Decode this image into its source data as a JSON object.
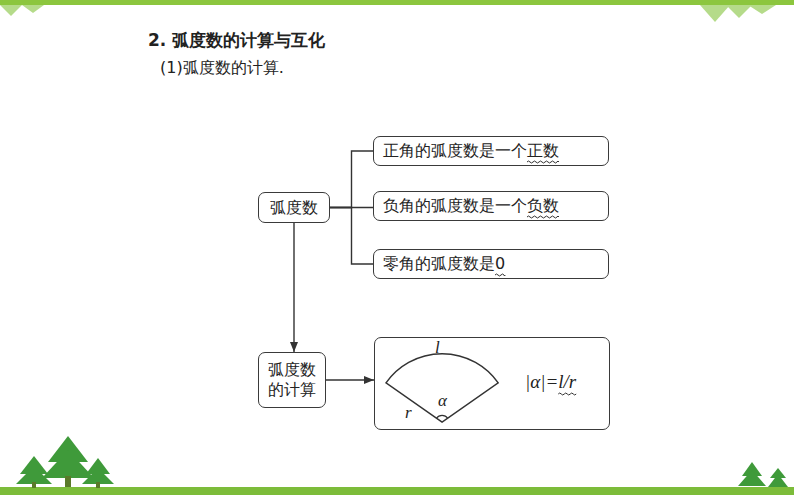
{
  "diagram": {
    "title": "2. 弧度数的计算与互化",
    "nodes": [
      {
        "text": [
          "弧度数"
        ]
      },
      {
        "text": [
          "正角的弧度数是一个正数"
        ]
      },
      {
        "text": [
          "负角的弧度数是一个负数"
        ]
      },
      {
        "text": [
          "零角的弧度数是0"
        ]
      },
      {
        "text": [
          "弧度数的计算"
        ]
      },
      {
        "text": [
          "l",
          "r",
          "α",
          "|α|=l/r"
        ]
      }
    ],
    "edges": [
      {
        "from": 0,
        "to": 1,
        "arrow": "none"
      },
      {
        "from": 0,
        "to": 2,
        "arrow": "none"
      },
      {
        "from": 0,
        "to": 3,
        "arrow": "none"
      },
      {
        "from": 0,
        "to": 4,
        "arrow": "to"
      },
      {
        "from": 4,
        "to": 5,
        "arrow": "to"
      }
    ],
    "labels": [
      "(1)弧度数的计算."
    ]
  }
}
